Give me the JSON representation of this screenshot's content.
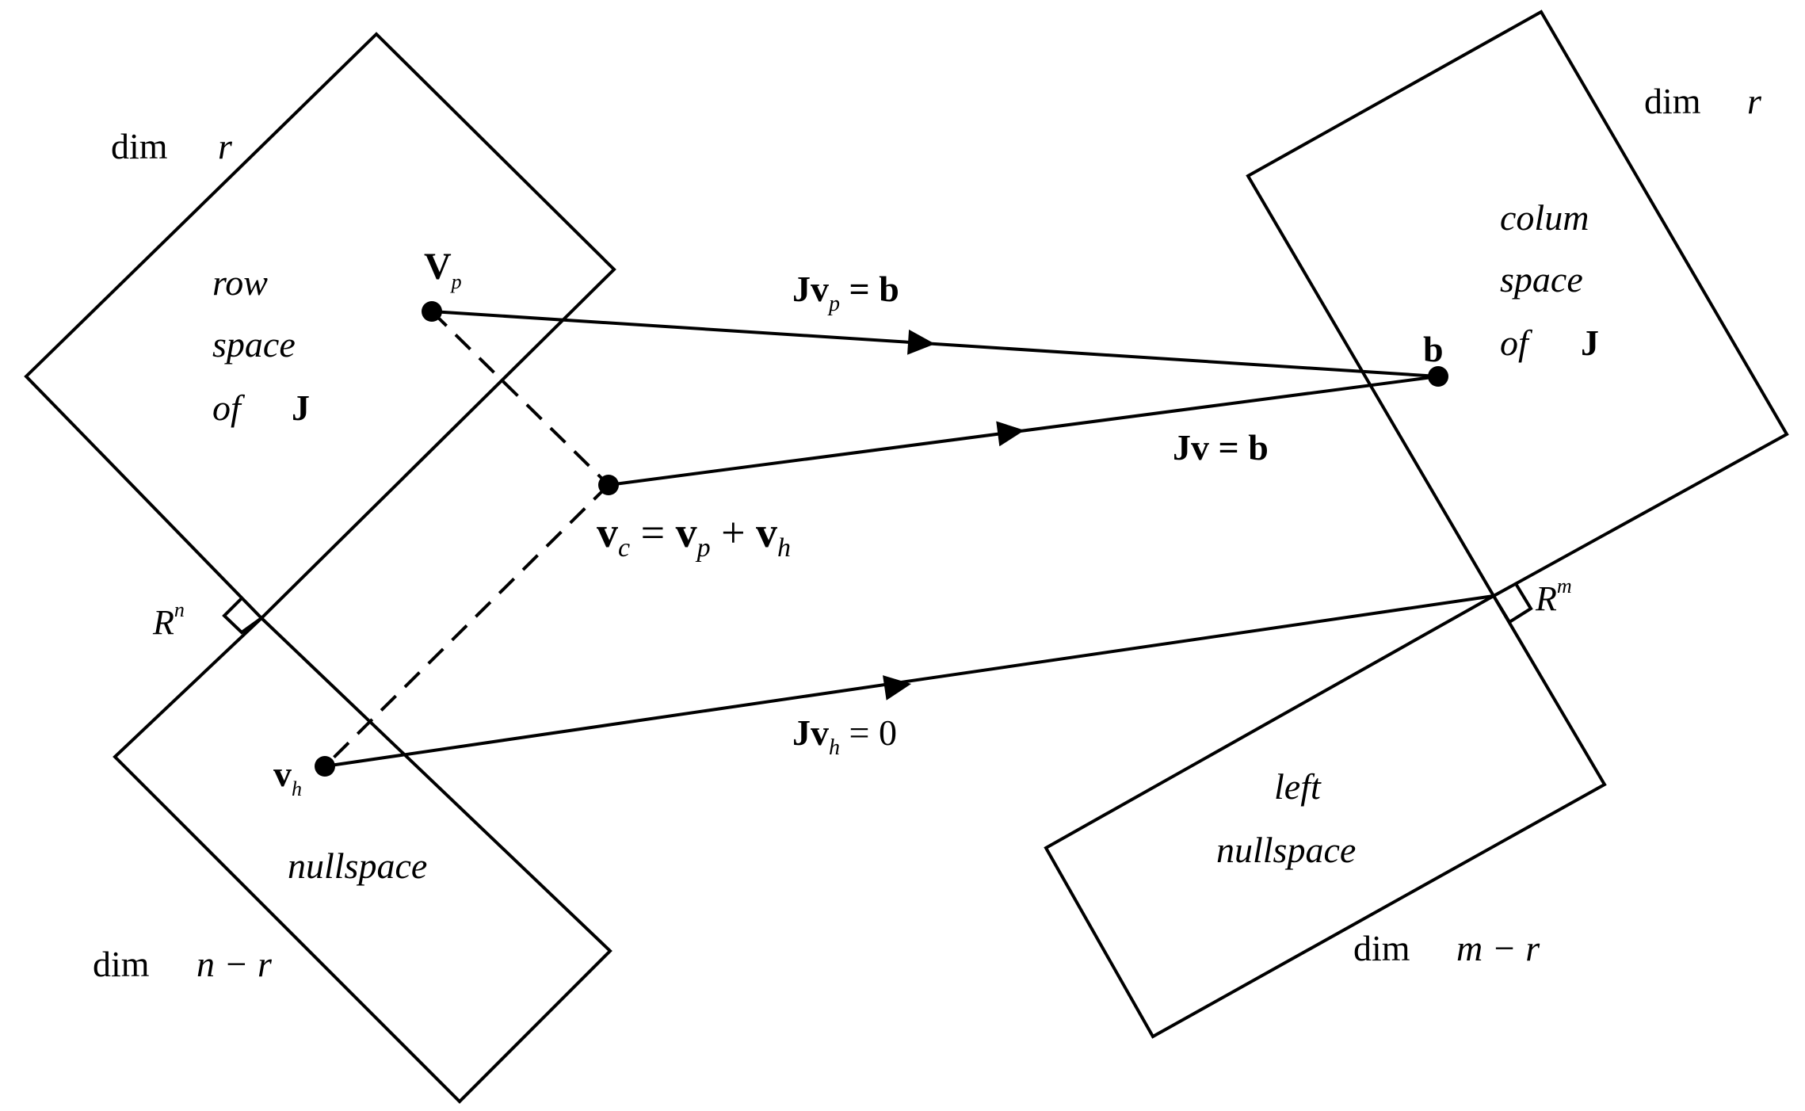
{
  "row_space": {
    "dim_text": "dim",
    "dim_var": "r",
    "line1": "row",
    "line2": "space",
    "line3_of": "of",
    "line3_J": "J"
  },
  "nullspace": {
    "label": "nullspace",
    "dim_text": "dim",
    "dim_var": "n − r"
  },
  "column_space": {
    "dim_text": "dim",
    "dim_var": "r",
    "line1": "colum",
    "line2": "space",
    "line3_of": "of",
    "line3_J": "J"
  },
  "left_nullspace": {
    "line1": "left",
    "line2": "nullspace",
    "dim_text": "dim",
    "dim_var": "m − r"
  },
  "Rn": {
    "base": "R",
    "sup": "n"
  },
  "Rm": {
    "base": "R",
    "sup": "m"
  },
  "points": {
    "vp": {
      "base": "V",
      "sub": "p"
    },
    "vh": {
      "base": "v",
      "sub": "h"
    },
    "vc": {
      "base": "v",
      "sub": "c",
      "eq": " = ",
      "t1": "v",
      "t1sub": "p",
      "plus": " + ",
      "t2": "v",
      "t2sub": "h"
    },
    "b": "b"
  },
  "arrows": {
    "jvp": {
      "J": "Jv",
      "sub": "p",
      "rest": " = b"
    },
    "jv": "Jv = b",
    "jvh": {
      "J": "Jv",
      "sub": "h",
      "rest": " = 0"
    }
  }
}
